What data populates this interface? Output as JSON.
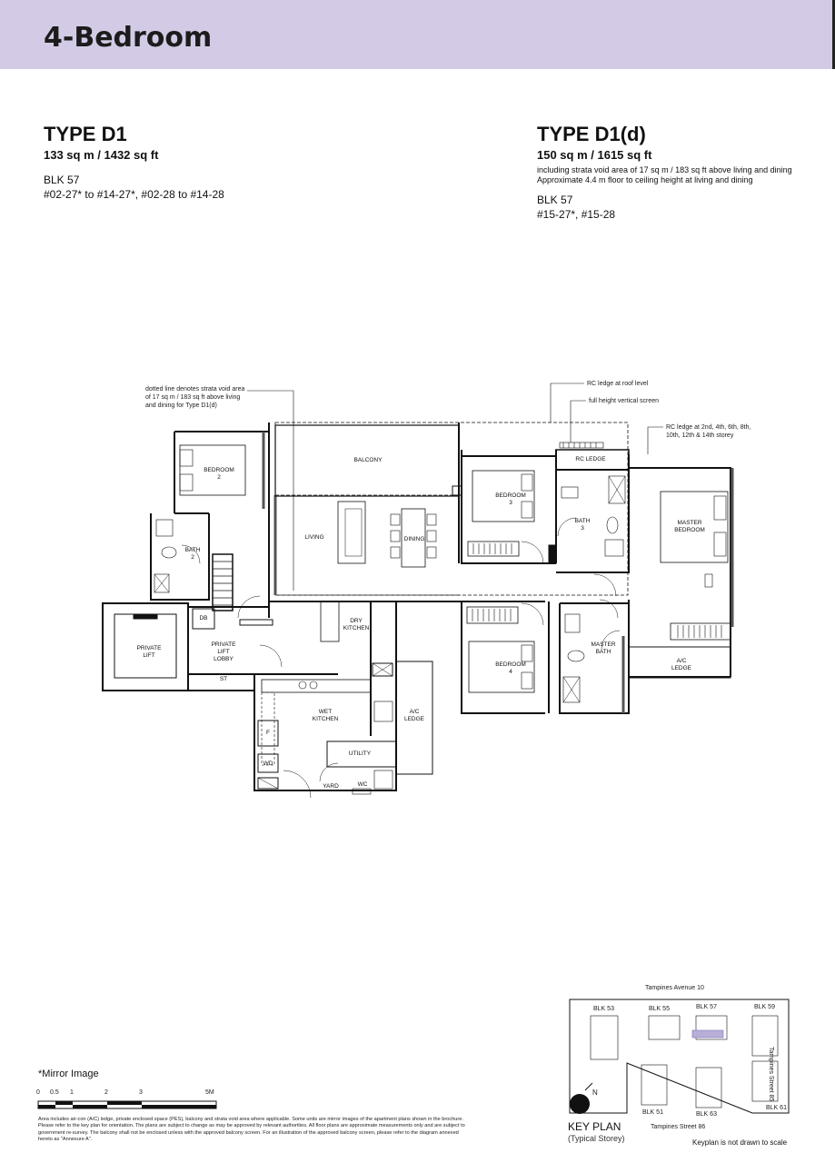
{
  "header": {
    "title": "4-Bedroom"
  },
  "type_left": {
    "title": "TYPE D1",
    "area": "133 sq m / 1432 sq ft",
    "blk": "BLK  57",
    "units": "#02-27* to #14-27*, #02-28 to #14-28"
  },
  "type_right": {
    "title": "TYPE D1(d)",
    "area": "150 sq m / 1615 sq ft",
    "note1": "including strata void area of 17 sq m / 183 sq ft above living and dining",
    "note2": "Approximate 4.4 m floor to ceiling height at living and dining",
    "blk": "BLK  57",
    "units": "#15-27*, #15-28"
  },
  "callouts": {
    "void_1": "dotted line denotes strata void area",
    "void_2": "of 17 sq m / 183 sq ft above living",
    "void_3": "and dining for Type D1(d)",
    "rc_roof": "RC ledge at roof level",
    "screen": "full height vertical screen",
    "rc_storey_1": "RC ledge at 2nd, 4th, 6th, 8th,",
    "rc_storey_2": "10th, 12th & 14th storey"
  },
  "rooms": {
    "bedroom2": "BEDROOM\n2",
    "balcony": "BALCONY",
    "living": "LIVING",
    "dining": "DINING",
    "bedroom3": "BEDROOM\n3",
    "rc_ledge": "RC LEDGE",
    "bath3": "BATH\n3",
    "master_bedroom": "MASTER\nBEDROOM",
    "bath2": "BATH\n2",
    "db": "DB",
    "private_lift": "PRIVATE\nLIFT",
    "private_lift_lobby": "PRIVATE\nLIFT\nLOBBY",
    "st": "ST",
    "dry_kitchen": "DRY\nKITCHEN",
    "bedroom4": "BEDROOM\n4",
    "master_bath": "MASTER\nBATH",
    "ac_ledge_right": "A/C\nLEDGE",
    "wet_kitchen": "WET\nKITCHEN",
    "ac_ledge_center": "A/C\nLEDGE",
    "utility": "UTILITY",
    "f": "F",
    "wd": "WD",
    "yard": "YARD",
    "wc": "WC"
  },
  "footer": {
    "mirror": "*Mirror Image",
    "scale_labels": [
      "0",
      "0.5",
      "1",
      "2",
      "3",
      "5M"
    ],
    "disclaimer": "Area includes air-con (A/C) ledge, private enclosed space (PES), balcony and strata void area where applicable. Some units are mirror images of the apartment plans shown in the brochure. Please refer to the key plan for orientation. The plans are subject to change as may be approved by relevant authorities. All floor plans are approximate measurements only and are subject to government re-survey. The balcony shall not be enclosed unless with the approved balcony screen. For an illustration of the approved balcony screen, please refer to the diagram annexed hereto as \"Annexure A\"."
  },
  "keyplan": {
    "road_top": "Tampines  Avenue  10",
    "road_right": "Tampines  Street  85",
    "road_bottom": "Tampines  Street  86",
    "blocks": [
      "BLK 53",
      "BLK 55",
      "BLK 57",
      "BLK 59",
      "BLK 51",
      "BLK 63",
      "BLK 61"
    ],
    "north": "N",
    "title": "KEY PLAN",
    "subtitle": "(Typical Storey)",
    "note": "Keyplan is not drawn to scale",
    "highlight_color": "#b9aed8"
  }
}
